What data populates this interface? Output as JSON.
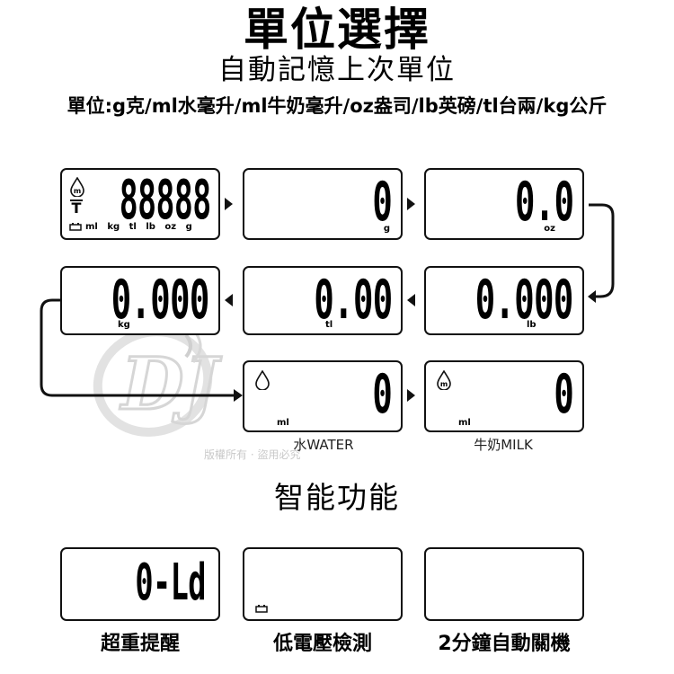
{
  "header": {
    "title": "單位選擇",
    "subtitle": "自動記憶上次單位",
    "units_line": "單位:g克/ml水毫升/ml牛奶毫升/oz盎司/lb英磅/tl台兩/kg公斤"
  },
  "displays": {
    "all": {
      "digits": "88888",
      "labels": [
        "ml",
        "kg",
        "tl",
        "lb",
        "oz",
        "g"
      ],
      "milk_icon": "m",
      "tare_icon": "T"
    },
    "g": {
      "digits": "0",
      "unit": "g"
    },
    "oz": {
      "digits": "0.0",
      "unit": "oz"
    },
    "lb": {
      "digits": "0.000",
      "unit": "lb"
    },
    "tl": {
      "digits": "0.00",
      "unit": "tl"
    },
    "kg": {
      "digits": "0.000",
      "unit": "kg"
    },
    "water": {
      "digits": "0",
      "unit": "ml",
      "caption": "水WATER"
    },
    "milk": {
      "digits": "0",
      "unit": "ml",
      "caption": "牛奶MILK",
      "milk_icon": "m"
    }
  },
  "watermark": {
    "logo": "DJ",
    "text": "版權所有 · 盜用必究"
  },
  "features": {
    "title": "智能功能",
    "overload": {
      "display": "0-Ld",
      "caption": "超重提醒"
    },
    "low_battery": {
      "caption": "低電壓檢測"
    },
    "auto_off": {
      "caption": "2分鐘自動關機"
    }
  },
  "icons": [
    "drop-icon",
    "milk-drop-icon",
    "tare-icon",
    "battery-icon",
    "arrow-right-icon",
    "arrow-left-icon"
  ]
}
